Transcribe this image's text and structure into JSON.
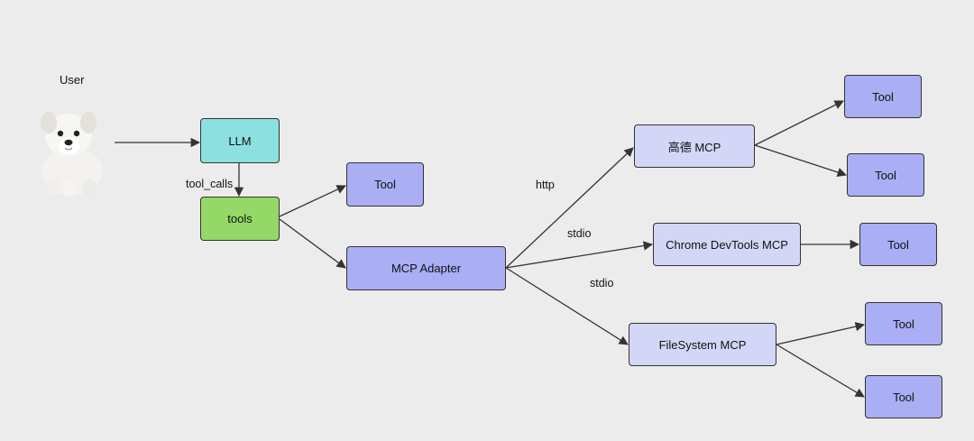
{
  "user": {
    "label": "User",
    "avatar_icon": "puppy-avatar-icon"
  },
  "nodes": {
    "llm": "LLM",
    "tools": "tools",
    "tool_top": "Tool",
    "adapter": "MCP Adapter",
    "gaode": "高德 MCP",
    "chrome": "Chrome DevTools MCP",
    "filesystem": "FileSystem MCP",
    "gaode_tool_1": "Tool",
    "gaode_tool_2": "Tool",
    "chrome_tool": "Tool",
    "fs_tool_1": "Tool",
    "fs_tool_2": "Tool"
  },
  "edge_labels": {
    "tool_calls": "tool_calls",
    "http": "http",
    "stdio_chrome": "stdio",
    "stdio_fs": "stdio"
  },
  "colors": {
    "llm": "#8de0e0",
    "tools": "#94d868",
    "tool": "#a9aef5",
    "server": "#d3d6f7",
    "edge": "#333333",
    "background": "#ececec"
  }
}
